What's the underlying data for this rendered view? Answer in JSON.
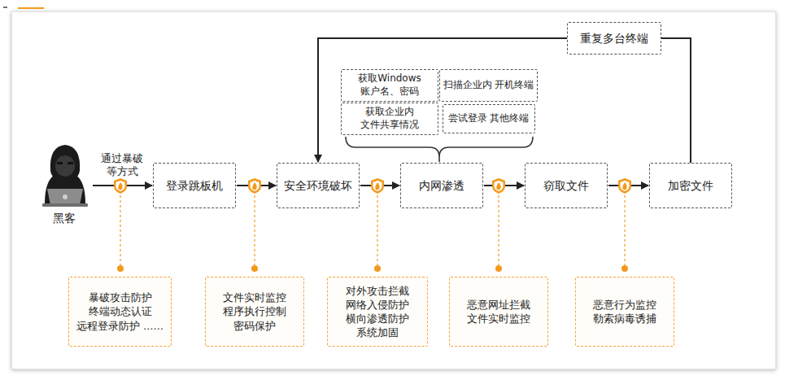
{
  "diagram": {
    "nodes": [
      {
        "text": [
          "黑客"
        ]
      },
      {
        "text": [
          "登录跳板机"
        ]
      },
      {
        "text": [
          "安全环境破坏"
        ]
      },
      {
        "text": [
          "获取Windows 账户名、密码"
        ]
      },
      {
        "text": [
          "扫描企业内 开机终端"
        ]
      },
      {
        "text": [
          "获取企业内 文件共享情况"
        ]
      },
      {
        "text": [
          "尝试登录 其他终端"
        ]
      },
      {
        "text": [
          "内网渗透"
        ]
      },
      {
        "text": [
          "窃取文件"
        ]
      },
      {
        "text": [
          "加密文件"
        ]
      },
      {
        "text": [
          "暴破攻击防护 终端动态认证 远程登录防护 ……"
        ]
      },
      {
        "text": [
          "文件实时监控 程序执行控制 密码保护"
        ]
      },
      {
        "text": [
          "对外攻击拦截 网络入侵防护 横向渗透防护 系统加固"
        ]
      },
      {
        "text": [
          "恶意网址拦截 文件实时监控"
        ]
      },
      {
        "text": [
          "恶意行为监控 勒索病毒诱捕"
        ]
      }
    ],
    "edges": [
      {
        "from": 0,
        "to": 1,
        "arrow": "to",
        "label": "通过暴破 等方式"
      },
      {
        "from": 1,
        "to": 2,
        "arrow": "to"
      },
      {
        "from": 2,
        "to": 7,
        "arrow": "to"
      },
      {
        "from": 7,
        "to": 8,
        "arrow": "to"
      },
      {
        "from": 8,
        "to": 9,
        "arrow": "to"
      },
      {
        "from": 9,
        "to": 2,
        "arrow": "to",
        "label": "重复多台终端"
      }
    ]
  }
}
